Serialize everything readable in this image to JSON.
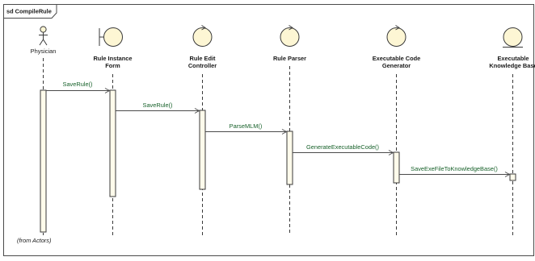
{
  "frame": {
    "title": "sd CompileRule"
  },
  "colors": {
    "lifeline_head_fill": "#fdf6d4",
    "activation_fill": "#fffbeb",
    "line": "#3a3a3a",
    "message_text": "#17612a"
  },
  "lifelines": [
    {
      "id": "physician",
      "icon": "actor-icon",
      "label_lines": [
        "Physician"
      ]
    },
    {
      "id": "rule-instance-form",
      "icon": "boundary-icon",
      "label_lines": [
        "Rule Instance",
        "Form"
      ]
    },
    {
      "id": "rule-edit-controller",
      "icon": "control-icon",
      "label_lines": [
        "Rule Edit",
        "Controller"
      ]
    },
    {
      "id": "rule-parser",
      "icon": "control-icon",
      "label_lines": [
        "Rule Parser"
      ]
    },
    {
      "id": "executable-code-generator",
      "icon": "control-icon",
      "label_lines": [
        "Executable Code",
        "Generator"
      ]
    },
    {
      "id": "executable-knowledge-base",
      "icon": "entity-icon",
      "label_lines": [
        "Executable",
        "Knowledge Base"
      ]
    }
  ],
  "messages": [
    {
      "label": "SaveRule()",
      "from": "physician",
      "to": "rule-instance-form"
    },
    {
      "label": "SaveRule()",
      "from": "rule-instance-form",
      "to": "rule-edit-controller"
    },
    {
      "label": "ParseMLM()",
      "from": "rule-edit-controller",
      "to": "rule-parser"
    },
    {
      "label": "GenerateExecutableCode()",
      "from": "rule-parser",
      "to": "executable-code-generator"
    },
    {
      "label": "SaveExeFileToKnowledgeBase()",
      "from": "executable-code-generator",
      "to": "executable-knowledge-base"
    }
  ],
  "note": "(from Actors)"
}
